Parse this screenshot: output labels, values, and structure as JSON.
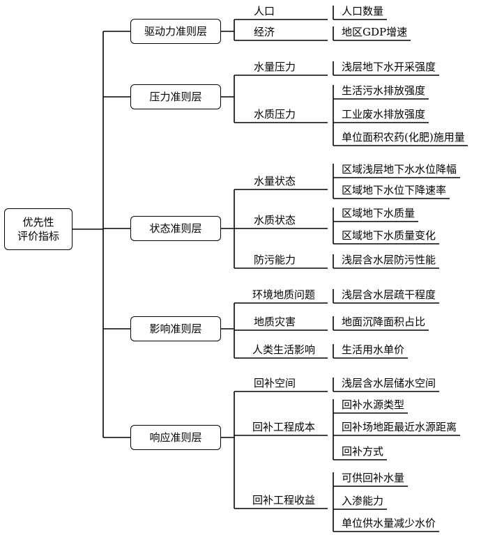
{
  "root": {
    "line1": "优先性",
    "line2": "评价指标"
  },
  "layers": [
    {
      "label": "驱动力准则层",
      "factors": [
        {
          "label": "人口",
          "indicators": [
            "人口数量"
          ]
        },
        {
          "label": "经济",
          "indicators": [
            "地区GDP增速"
          ]
        }
      ]
    },
    {
      "label": "压力准则层",
      "factors": [
        {
          "label": "水量压力",
          "indicators": [
            "浅层地下水开采强度"
          ]
        },
        {
          "label": "水质压力",
          "indicators": [
            "生活污水排放强度",
            "工业废水排放强度",
            "单位面积农药(化肥)施用量"
          ]
        }
      ]
    },
    {
      "label": "状态准则层",
      "factors": [
        {
          "label": "水量状态",
          "indicators": [
            "区域浅层地下水水位降幅",
            "区域地下水位下降速率"
          ]
        },
        {
          "label": "水质状态",
          "indicators": [
            "区域地下水质量",
            "区域地下水质量变化"
          ]
        },
        {
          "label": "防污能力",
          "indicators": [
            "浅层含水层防污性能"
          ]
        }
      ]
    },
    {
      "label": "影响准则层",
      "factors": [
        {
          "label": "环境地质问题",
          "indicators": [
            "浅层含水层疏干程度"
          ]
        },
        {
          "label": "地质灾害",
          "indicators": [
            "地面沉降面积占比"
          ]
        },
        {
          "label": "人类生活影响",
          "indicators": [
            "生活用水单价"
          ]
        }
      ]
    },
    {
      "label": "响应准则层",
      "factors": [
        {
          "label": "回补空间",
          "indicators": [
            "浅层含水层储水空间"
          ]
        },
        {
          "label": "回补工程成本",
          "indicators": [
            "回补水源类型",
            "回补场地距最近水源距离",
            "回补方式"
          ]
        },
        {
          "label": "回补工程收益",
          "indicators": [
            "可供回补水量",
            "入渗能力",
            "单位供水量减少水价"
          ]
        }
      ]
    }
  ]
}
